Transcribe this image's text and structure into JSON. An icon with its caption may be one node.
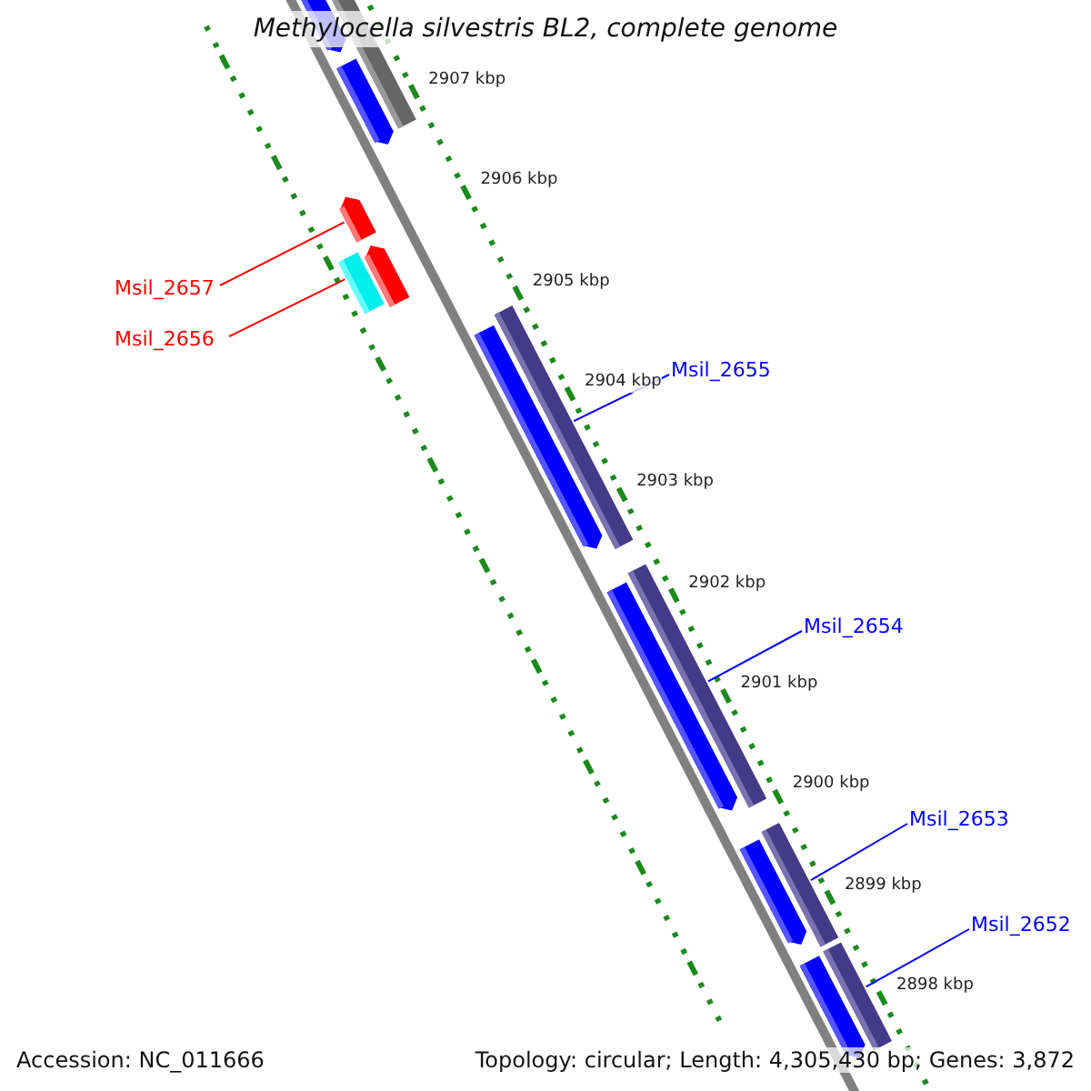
{
  "diagram": {
    "title": "Methylocella silvestris BL2, complete genome",
    "nodes": [
      {
        "text": [
          "Msil_2657"
        ]
      },
      {
        "text": [
          "Msil_2656"
        ]
      },
      {
        "text": [
          "Msil_2655"
        ]
      },
      {
        "text": [
          "Msil_2654"
        ]
      },
      {
        "text": [
          "Msil_2653"
        ]
      },
      {
        "text": [
          "Msil_2652"
        ]
      },
      {
        "text": [],
        "shape": "bar"
      },
      {
        "text": [],
        "shape": "bar"
      },
      {
        "text": [],
        "shape": "bar"
      },
      {
        "text": [],
        "shape": "bar"
      },
      {
        "text": [],
        "shape": "bar"
      },
      {
        "text": [],
        "shape": "bar"
      }
    ],
    "edges": [
      {
        "from": 0,
        "to": 6,
        "arrow": "none",
        "color": "#ff0000"
      },
      {
        "from": 1,
        "to": 7,
        "arrow": "none",
        "color": "#ff0000"
      },
      {
        "from": 2,
        "to": 8,
        "arrow": "none"
      },
      {
        "from": 3,
        "to": 9,
        "arrow": "none"
      },
      {
        "from": 4,
        "to": 10,
        "arrow": "none"
      },
      {
        "from": 5,
        "to": 11,
        "arrow": "none"
      }
    ],
    "labels": [
      "2907 kbp",
      "2906 kbp",
      "2905 kbp",
      "2904 kbp",
      "2903 kbp",
      "2902 kbp",
      "2901 kbp",
      "2900 kbp",
      "2899 kbp",
      "2898 kbp",
      "Accession: NC_011666",
      "Topology: circular; Length: 4,305,430 bp; Genes: 3,872"
    ]
  }
}
